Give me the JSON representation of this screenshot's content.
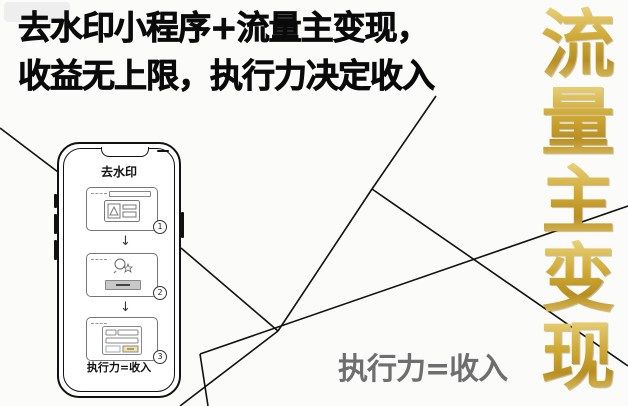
{
  "watermark": "",
  "headline": {
    "line1": "去水印小程序+流量主变现，",
    "line2": "收益无上限，执行力决定收入"
  },
  "vertical_gold_title": [
    "流",
    "量",
    "主",
    "变",
    "现"
  ],
  "tagline": "执行力=收入",
  "phone": {
    "title": "去水印",
    "steps": [
      {
        "number": "1",
        "icon": "image-card-icon"
      },
      {
        "number": "2",
        "icon": "search-magic-icon"
      },
      {
        "number": "3",
        "icon": "form-card-icon"
      }
    ],
    "arrow": "↓",
    "caption": "执行力=收入"
  },
  "colors": {
    "background": "#fbfbf9",
    "headline": "#0a0a0a",
    "gold": "#d4b13c",
    "tagline": "#6e6e6e",
    "step3_highlight": "#f3e3a8"
  }
}
